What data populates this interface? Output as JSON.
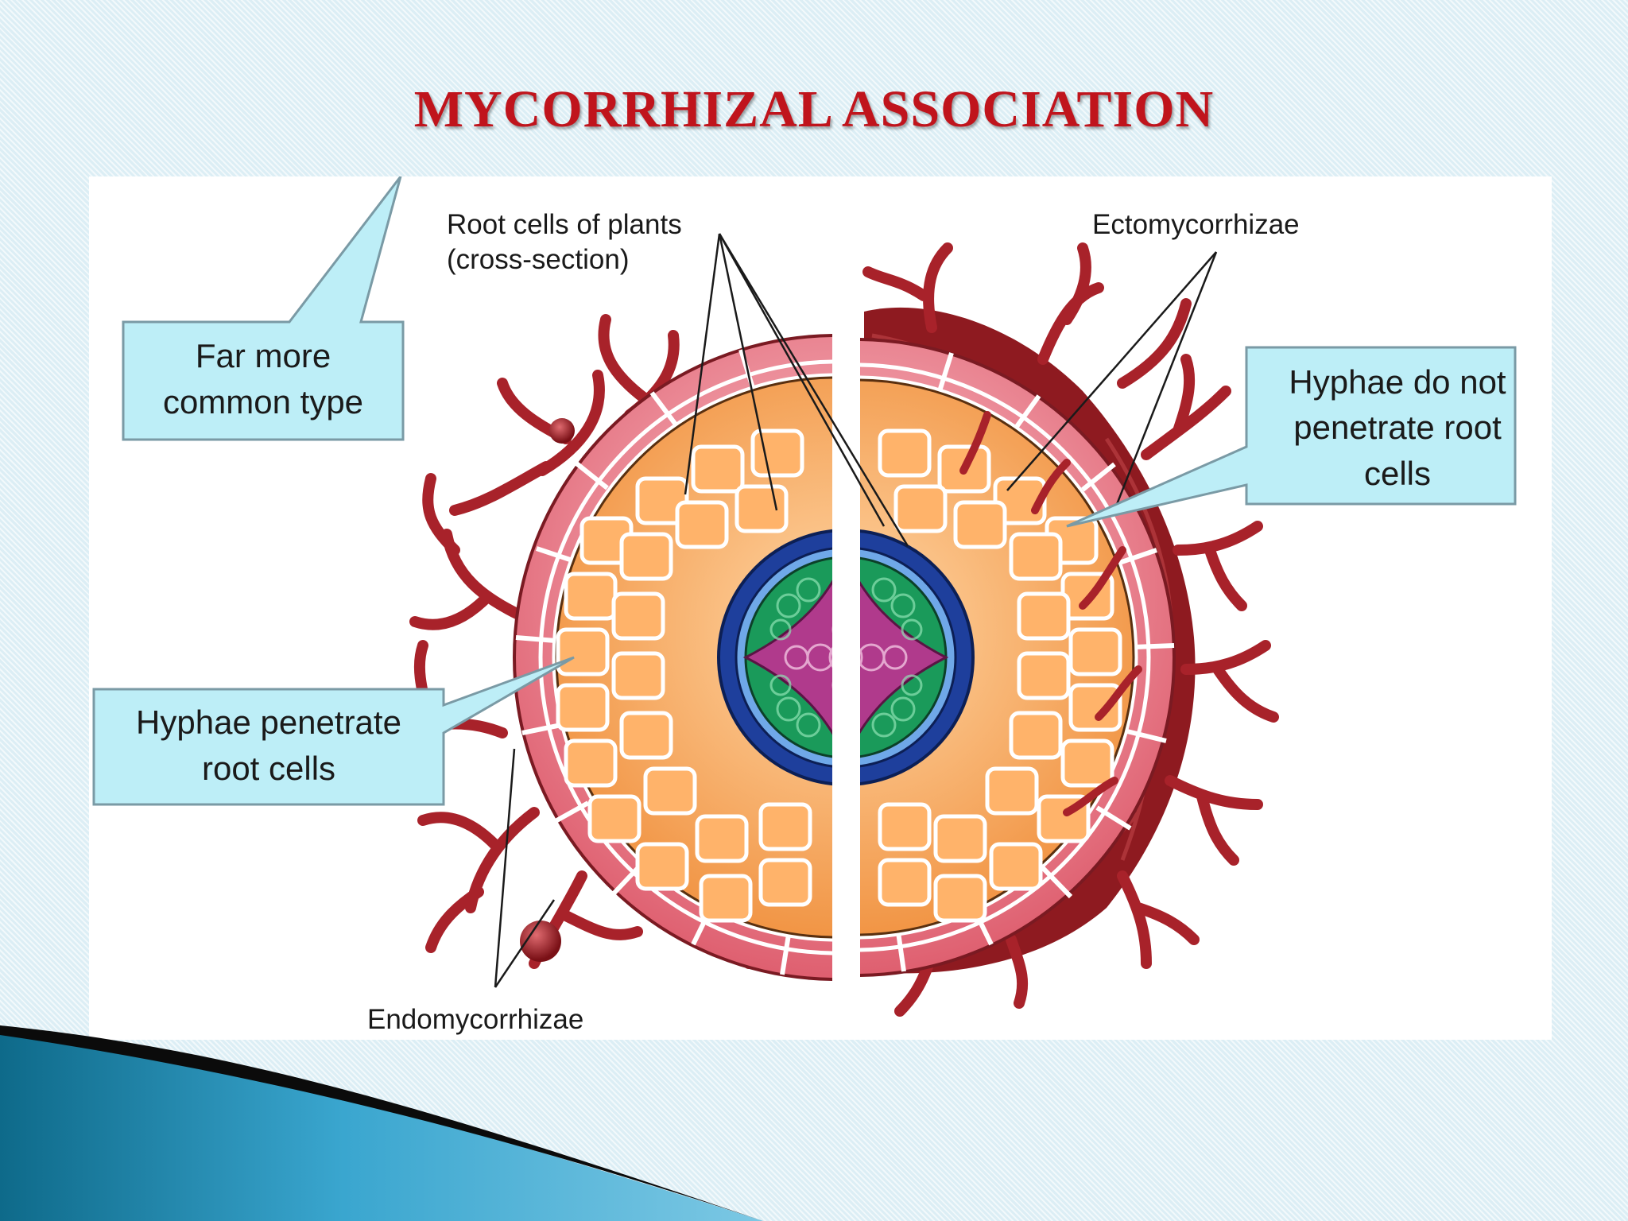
{
  "slide": {
    "title": "MYCORRHIZAL ASSOCIATION"
  },
  "diagram": {
    "labels": {
      "root_cells_line1": "Root cells of plants",
      "root_cells_line2": "(cross-section)",
      "ectomycorrhizae": "Ectomycorrhizae",
      "endomycorrhizae": "Endomycorrhizae"
    },
    "callouts": {
      "far_more_common_line1": "Far more",
      "far_more_common_line2": "common type",
      "hyphae_penetrate_line1": "Hyphae penetrate",
      "hyphae_penetrate_line2": "root cells",
      "hyphae_not_penetrate_line1": "Hyphae do not",
      "hyphae_not_penetrate_line2": "penetrate root",
      "hyphae_not_penetrate_line3": "cells"
    }
  },
  "colors": {
    "title": "#c0141c",
    "callout_fill": "#bdeef7",
    "callout_stroke": "#7a9aa5",
    "epidermis": "#e36a78",
    "cortex": "#f6a35c",
    "endodermis": "#1e3f9c",
    "phloem": "#1a9a5a",
    "xylem": "#b03a8c",
    "hyphae": "#a8222a",
    "background": "#e2f1f7"
  }
}
